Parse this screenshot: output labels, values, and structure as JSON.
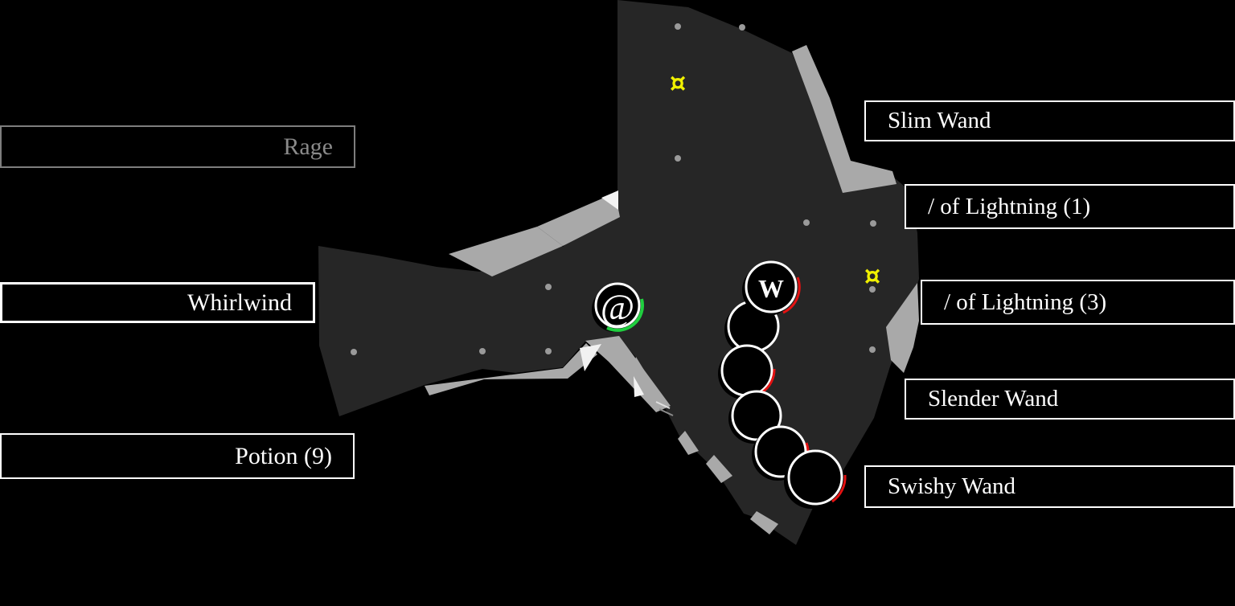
{
  "colors": {
    "background": "#000000",
    "cave_floor": "#262626",
    "wall": "#a9a9a9",
    "wall_highlight": "#f2f2f2",
    "floor_dot": "#9a9a9a",
    "token_fill": "#000000",
    "token_ring": "#ffffff",
    "player_health_green": "#1fcf3f",
    "enemy_health_red": "#e31212",
    "item_yellow": "#f0f000",
    "disabled_gray": "#828282",
    "label_white": "#ffffff"
  },
  "left_panel": {
    "buttons": [
      {
        "label": "Rage",
        "enabled": false
      },
      {
        "label": "Whirlwind",
        "enabled": true
      },
      {
        "label": "Potion (9)",
        "enabled": true
      }
    ]
  },
  "right_panel": {
    "buttons": [
      {
        "label": "Slim Wand"
      },
      {
        "label": "/ of Lightning (1)"
      },
      {
        "label": "/ of Lightning (3)"
      },
      {
        "label": "Slender Wand"
      },
      {
        "label": "Swishy Wand"
      }
    ]
  },
  "map": {
    "player": {
      "glyph": "@"
    },
    "monster": {
      "glyph": "W",
      "segments": 6
    },
    "item": {
      "glyph": "¤",
      "count": 2
    }
  }
}
